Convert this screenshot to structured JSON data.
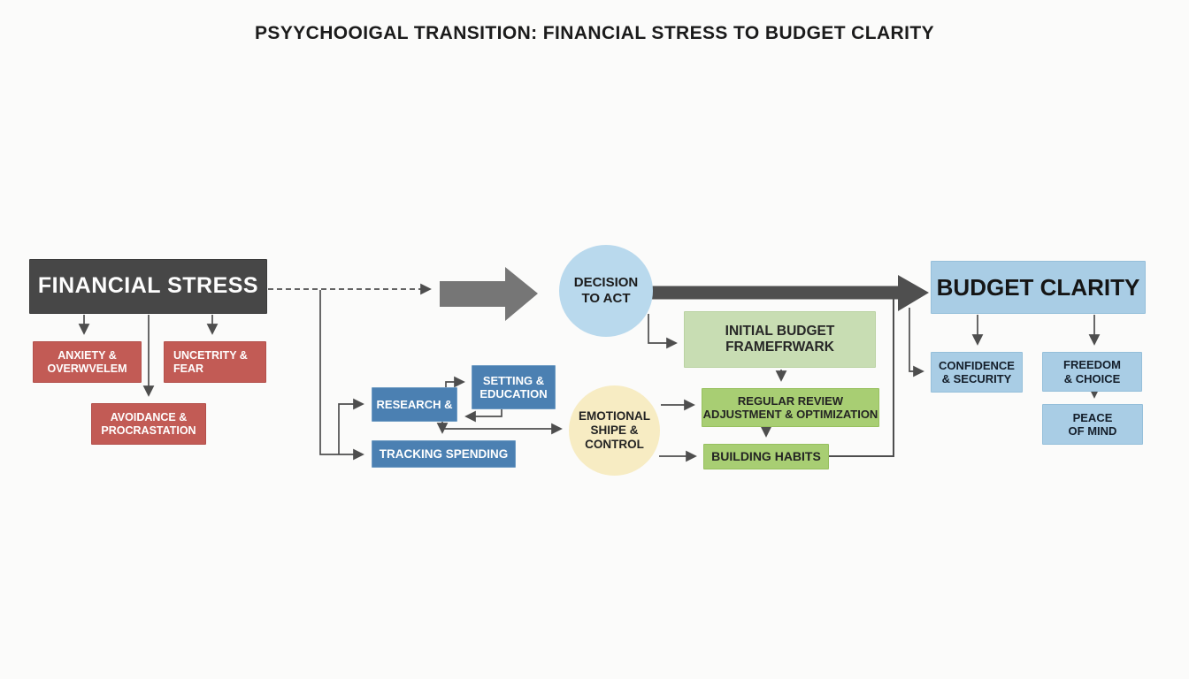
{
  "title": "PSYYCHOOIGAL TRANSITION: FINANCIAL STRESS TO BUDGET CLARITY",
  "colors": {
    "background": "#fbfbfa",
    "dark_node": "#474747",
    "red_node": "#c25b55",
    "steel_blue_node": "#4b80b2",
    "light_green_node": "#c8ddb3",
    "green_node": "#a8ce73",
    "light_blue_node": "#a9cde5",
    "blue_circle": "#b9d9ed",
    "yellow_circle": "#f7ecc3",
    "connector_line": "#4e4e4e",
    "block_arrow": "#767676",
    "thick_arrow": "#4f4f4f"
  },
  "nodes": {
    "financial_stress": {
      "label": "FINANCIAL STRESS"
    },
    "anxiety_overwhelm": {
      "label": "ANXIETY &\nOVERWVELEM"
    },
    "uncertainty_fear": {
      "label": "UNCETRITY &\nFEAR"
    },
    "avoidance_procrastination": {
      "label": "AVOIDANCE &\nPROCRASTATION"
    },
    "research": {
      "label": "RESEARCH &"
    },
    "setting_education": {
      "label": "SETTING &\nEDUCATION"
    },
    "tracking_spending": {
      "label": "TRACKING SPENDING"
    },
    "decision_to_act": {
      "label": "DECISION\nTO ACT"
    },
    "emotional_control": {
      "label": "EMOTIONAL\nSHIPE &\nCONTROL"
    },
    "initial_budget": {
      "label": "INITIAL BUDGET\nFRAMEFRWARK"
    },
    "regular_review": {
      "label": "REGULAR REVIEW\nADJUSTMENT & OPTIMIZATION"
    },
    "building_habits": {
      "label": "BUILDING HABITS"
    },
    "budget_clarity": {
      "label": "BUDGET CLARITY"
    },
    "confidence_security": {
      "label": "CONFIDENCE\n& SECURITY"
    },
    "freedom_choice": {
      "label": "FREEDOM\n& CHOICE"
    },
    "peace_of_mind": {
      "label": "PEACE\nOF MIND"
    }
  },
  "edges": [
    {
      "from": "financial_stress",
      "to": "anxiety_overwhelm",
      "style": "solid"
    },
    {
      "from": "financial_stress",
      "to": "uncertainty_fear",
      "style": "solid"
    },
    {
      "from": "financial_stress",
      "to": "avoidance_procrastination",
      "style": "solid"
    },
    {
      "from": "financial_stress",
      "to": "decision_to_act",
      "style": "dashed-then-block-arrow"
    },
    {
      "from": "financial_stress",
      "to": "research",
      "style": "elbow"
    },
    {
      "from": "financial_stress",
      "to": "tracking_spending",
      "style": "elbow"
    },
    {
      "from": "research",
      "to": "setting_education",
      "style": "elbow"
    },
    {
      "from": "setting_education",
      "to": "research",
      "style": "elbow"
    },
    {
      "from": "research",
      "to": "tracking_spending",
      "style": "solid"
    },
    {
      "from": "research",
      "to": "emotional_control",
      "style": "solid"
    },
    {
      "from": "decision_to_act",
      "to": "budget_clarity",
      "style": "thick-arrow"
    },
    {
      "from": "decision_to_act",
      "to": "initial_budget",
      "style": "elbow"
    },
    {
      "from": "emotional_control",
      "to": "regular_review",
      "style": "solid"
    },
    {
      "from": "emotional_control",
      "to": "building_habits",
      "style": "solid"
    },
    {
      "from": "initial_budget",
      "to": "regular_review",
      "style": "solid"
    },
    {
      "from": "regular_review",
      "to": "building_habits",
      "style": "solid"
    },
    {
      "from": "building_habits",
      "to": "budget_clarity",
      "style": "elbow-join"
    },
    {
      "from": "budget_clarity",
      "to": "confidence_security",
      "style": "solid"
    },
    {
      "from": "budget_clarity",
      "to": "freedom_choice",
      "style": "solid"
    },
    {
      "from": "freedom_choice",
      "to": "peace_of_mind",
      "style": "solid"
    },
    {
      "from": "decision_to_act",
      "to": "confidence_security",
      "style": "elbow"
    }
  ]
}
